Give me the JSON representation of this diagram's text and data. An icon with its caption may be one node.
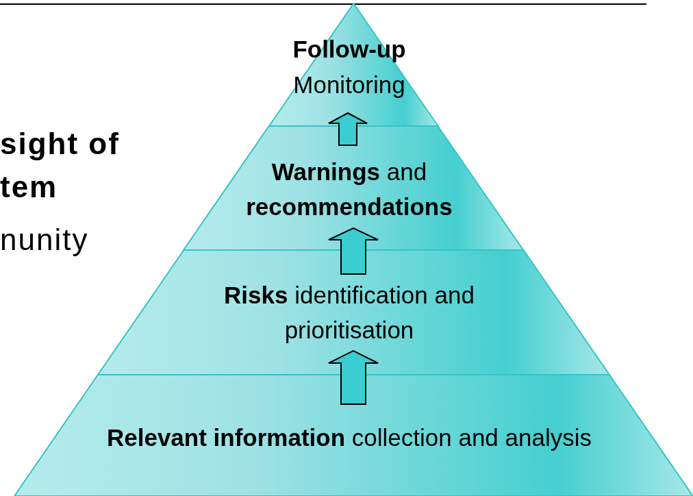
{
  "diagram": {
    "nodes": [
      {
        "text": [
          "Follow-up",
          "Monitoring"
        ]
      },
      {
        "text": [
          "**Warnings** and **recommendations**"
        ]
      },
      {
        "text": [
          "**Risks** identification and prioritisation"
        ]
      },
      {
        "text": [
          "**Relevant information** collection and analysis"
        ]
      }
    ],
    "edges": [
      {
        "from": 3,
        "to": 2,
        "arrow": "to"
      },
      {
        "from": 2,
        "to": 1,
        "arrow": "to"
      },
      {
        "from": 1,
        "to": 0,
        "arrow": "to"
      }
    ],
    "labels": [
      "sight of",
      "tem",
      "nunity"
    ]
  }
}
